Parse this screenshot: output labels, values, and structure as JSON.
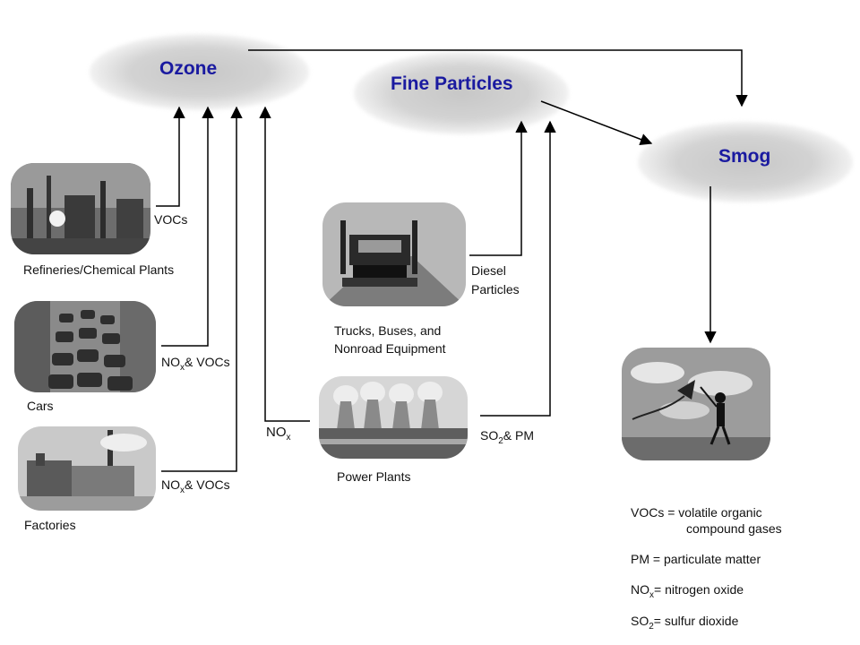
{
  "clouds": {
    "ozone": "Ozone",
    "fine_particles": "Fine Particles",
    "smog": "Smog"
  },
  "sources": {
    "refineries": "Refineries/Chemical Plants",
    "cars": "Cars",
    "factories": "Factories",
    "trucks_line1": "Trucks, Buses, and",
    "trucks_line2": "Nonroad Equipment",
    "power_plants": "Power Plants"
  },
  "flows": {
    "vocs": "VOCs",
    "nox_prefix": "NO",
    "nox_sub": "x",
    "and_vocs": "& VOCs",
    "diesel_line1": "Diesel",
    "diesel_line2": "Particles",
    "so2_prefix": "SO",
    "so2_sub": "2",
    "and_pm": "& PM"
  },
  "legend": {
    "vocs_line1": "VOCs = volatile organic",
    "vocs_line2": "compound gases",
    "pm": "PM = particulate matter",
    "nox_prefix": "NO",
    "nox_sub": "x",
    "nox_def": "= nitrogen oxide",
    "so2_prefix": "SO",
    "so2_sub": "2",
    "so2_def": "= sulfur dioxide"
  }
}
